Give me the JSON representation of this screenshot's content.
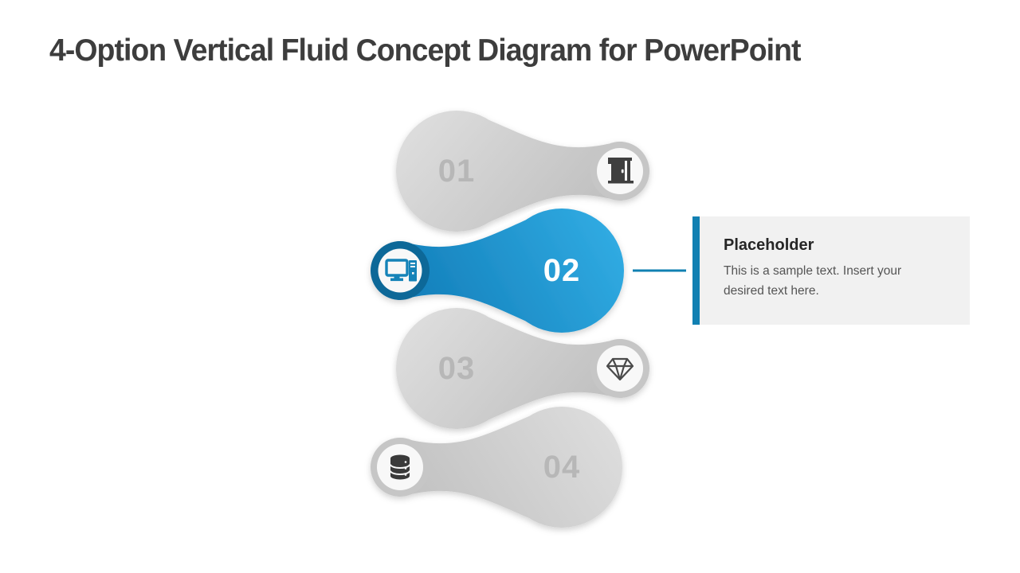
{
  "slide": {
    "title": "4-Option Vertical Fluid Concept Diagram for PowerPoint"
  },
  "diagram": {
    "options": [
      {
        "number": "01",
        "icon": "open-door-icon",
        "state": "inactive",
        "bubble_side": "left",
        "icon_side": "right"
      },
      {
        "number": "02",
        "icon": "desktop-computer-icon",
        "state": "active",
        "bubble_side": "right",
        "icon_side": "left"
      },
      {
        "number": "03",
        "icon": "diamond-icon",
        "state": "inactive",
        "bubble_side": "left",
        "icon_side": "right"
      },
      {
        "number": "04",
        "icon": "database-icon",
        "state": "inactive",
        "bubble_side": "right",
        "icon_side": "left"
      }
    ]
  },
  "callout": {
    "title": "Placeholder",
    "body": "This is a sample text. Insert your desired text here."
  },
  "colors": {
    "accent_blue_light": "#32ade4",
    "accent_blue_dark": "#0f79b5",
    "ring_blue": "#0d6898",
    "icon_blue": "#1583b8",
    "connector_blue": "#1180b2",
    "gray_light": "#dcdcdc",
    "gray_dark": "#c2c2c2",
    "ring_gray": "#c8c8c8",
    "number_gray": "#b7b7b7",
    "icon_dark": "#3d3d3d",
    "callout_bg": "#f1f1f1",
    "title_color": "#3d3d3d"
  }
}
